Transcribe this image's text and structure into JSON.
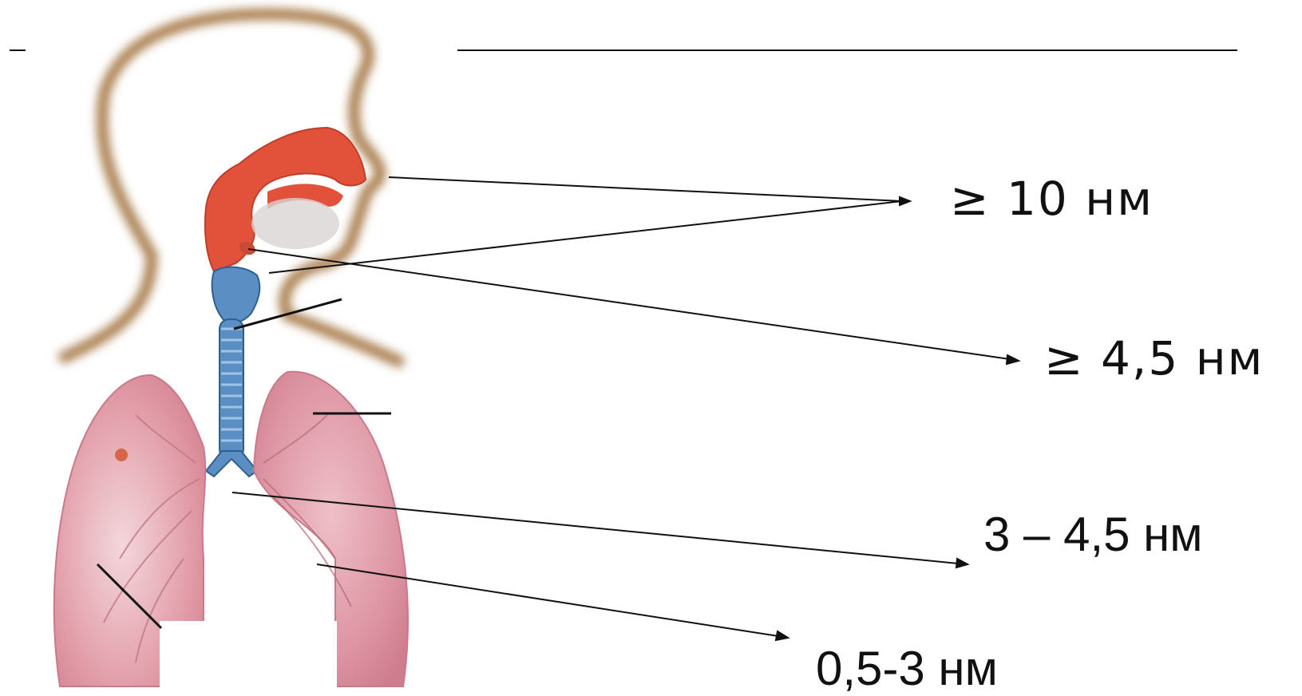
{
  "labels": {
    "nose_mouth": "≥ 10 нм",
    "pharynx": "≥ 4,5 нм",
    "bronchi": "3 – 4,5 нм",
    "alveoli": "0,5-3 нм"
  }
}
